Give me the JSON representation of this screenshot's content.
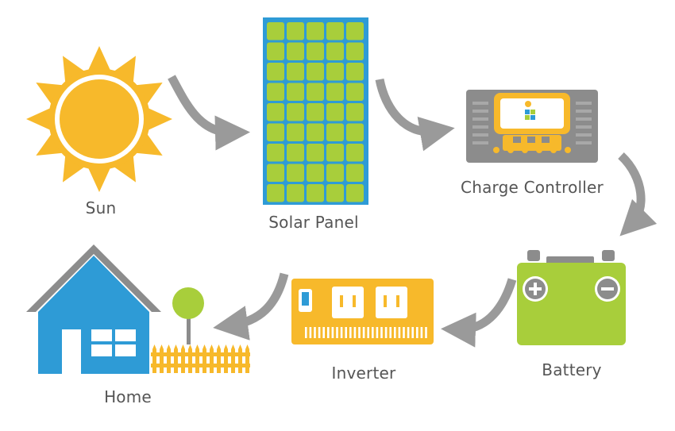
{
  "diagram": {
    "nodes": [
      {
        "id": "sun",
        "label": "Sun"
      },
      {
        "id": "solar-panel",
        "label": "Solar Panel"
      },
      {
        "id": "charge-controller",
        "label": "Charge Controller"
      },
      {
        "id": "battery",
        "label": "Battery"
      },
      {
        "id": "inverter",
        "label": "Inverter"
      },
      {
        "id": "home",
        "label": "Home"
      }
    ],
    "flow": [
      {
        "from": "sun",
        "to": "solar-panel"
      },
      {
        "from": "solar-panel",
        "to": "charge-controller"
      },
      {
        "from": "charge-controller",
        "to": "battery"
      },
      {
        "from": "battery",
        "to": "inverter"
      },
      {
        "from": "inverter",
        "to": "home"
      }
    ]
  },
  "colors": {
    "sun": "#F7B92B",
    "panel_frame": "#2E9BD6",
    "panel_cells": "#A8CE3B",
    "controller_body": "#8C8C8C",
    "controller_screen": "#F7B92B",
    "battery": "#A8CE3B",
    "inverter": "#F7B92B",
    "house": "#2E9BD6",
    "roof": "#8C8C8C",
    "arrows": "#9A9A9A",
    "label_text": "#555555"
  }
}
